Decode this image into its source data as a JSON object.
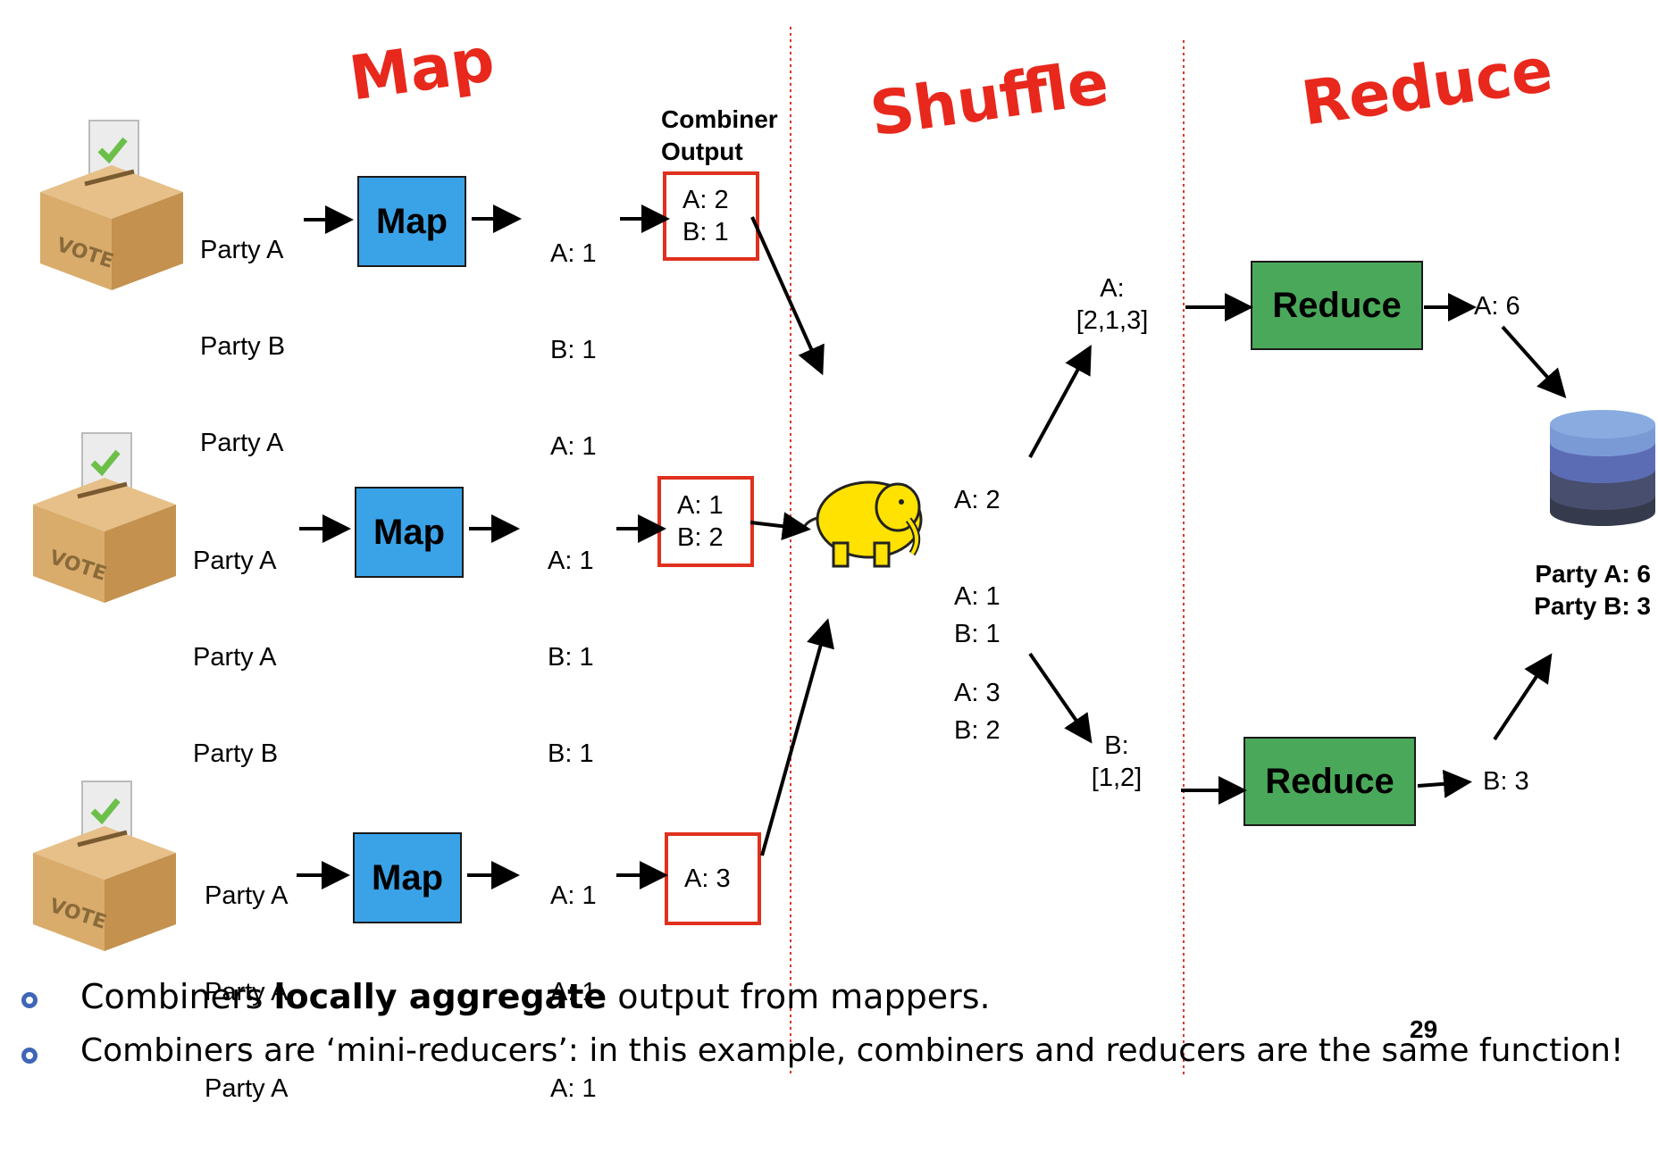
{
  "titles": {
    "map": "Map",
    "shuffle": "Shuffle",
    "reduce": "Reduce"
  },
  "combiner_label": "Combiner\nOutput",
  "ballot_text": "VOTE",
  "rows": [
    {
      "votes": [
        "Party A",
        "Party B",
        "Party A"
      ],
      "map_label": "Map",
      "map_out": [
        "A: 1",
        "B: 1",
        "A: 1"
      ],
      "combined": [
        "A: 2",
        "B: 1"
      ]
    },
    {
      "votes": [
        "Party A",
        "Party A",
        "Party B"
      ],
      "map_label": "Map",
      "map_out": [
        "A: 1",
        "B: 1",
        "B: 1"
      ],
      "combined": [
        "A: 1",
        "B: 2"
      ]
    },
    {
      "votes": [
        "Party A",
        "Party A",
        "Party A"
      ],
      "map_label": "Map",
      "map_out": [
        "A: 1",
        "A: 1",
        "A: 1"
      ],
      "combined": [
        "A: 3"
      ]
    }
  ],
  "shuffle": {
    "a_values": [
      "A: 2",
      "A: 1",
      "A: 3"
    ],
    "b_values": [
      "B: 1",
      "B: 2"
    ],
    "group_a": "A:\n[2,1,3]",
    "group_b": "B:\n[1,2]"
  },
  "reduce": [
    {
      "label": "Reduce",
      "output": "A: 6"
    },
    {
      "label": "Reduce",
      "output": "B: 3"
    }
  ],
  "result": "Party A: 6\nParty B: 3",
  "bullets": [
    {
      "pre": "Combiners ",
      "bold": "locally aggregate",
      "post": " output from mappers."
    },
    {
      "pre": "Combiners are ‘mini-reducers’: in this example, combiners and reducers are the same function!",
      "bold": "",
      "post": ""
    }
  ],
  "page_number": "29",
  "colors": {
    "title_red": "#e8281c",
    "map_blue": "#3aa3e8",
    "reduce_green": "#4aa85a",
    "combiner_border": "#e0301e",
    "divider": "#d83a2a",
    "bullet_blue": "#3f66b5",
    "elephant_yellow": "#ffe200"
  },
  "icons": {
    "ballot": "ballot-box-icon",
    "elephant": "hadoop-elephant-icon",
    "database": "database-icon",
    "bullet": "hollow-circle-bullet-icon"
  }
}
